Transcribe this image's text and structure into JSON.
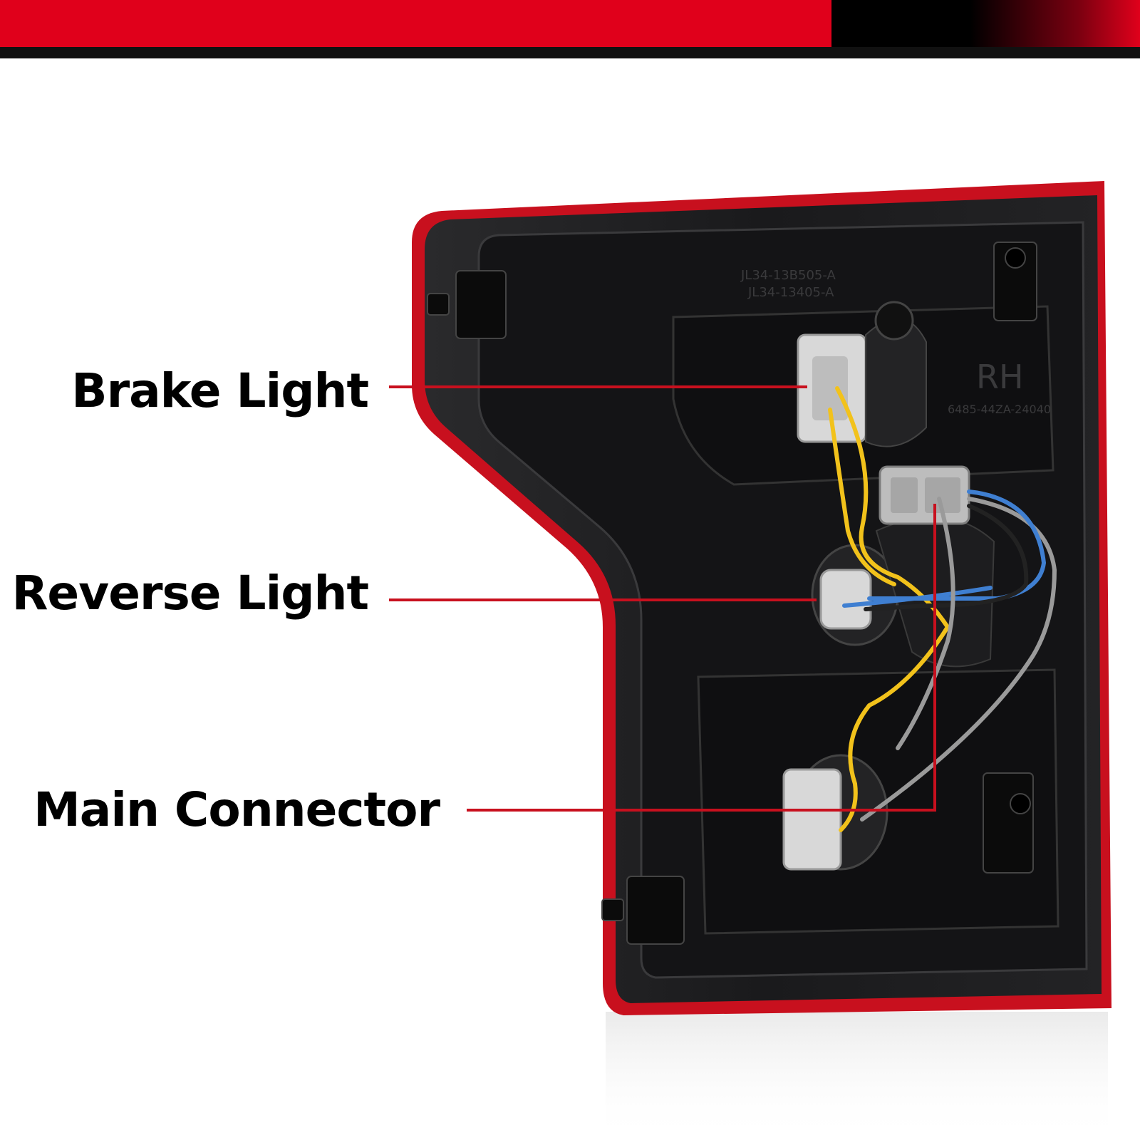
{
  "colors": {
    "accent_red": "#e0001b",
    "header_dark": "#111111",
    "housing": "#1c1c1e",
    "lens_red": "#c8101e",
    "leader_line": "#c8101e"
  },
  "callouts": {
    "brake_light": "Brake Light",
    "reverse_light": "Reverse Light",
    "main_connector": "Main Connector"
  },
  "housing_marks": {
    "side": "RH",
    "part_1": "JL34-13B505-A",
    "part_2": "JL34-13405-A",
    "code": "6485-44ZA-24040"
  }
}
